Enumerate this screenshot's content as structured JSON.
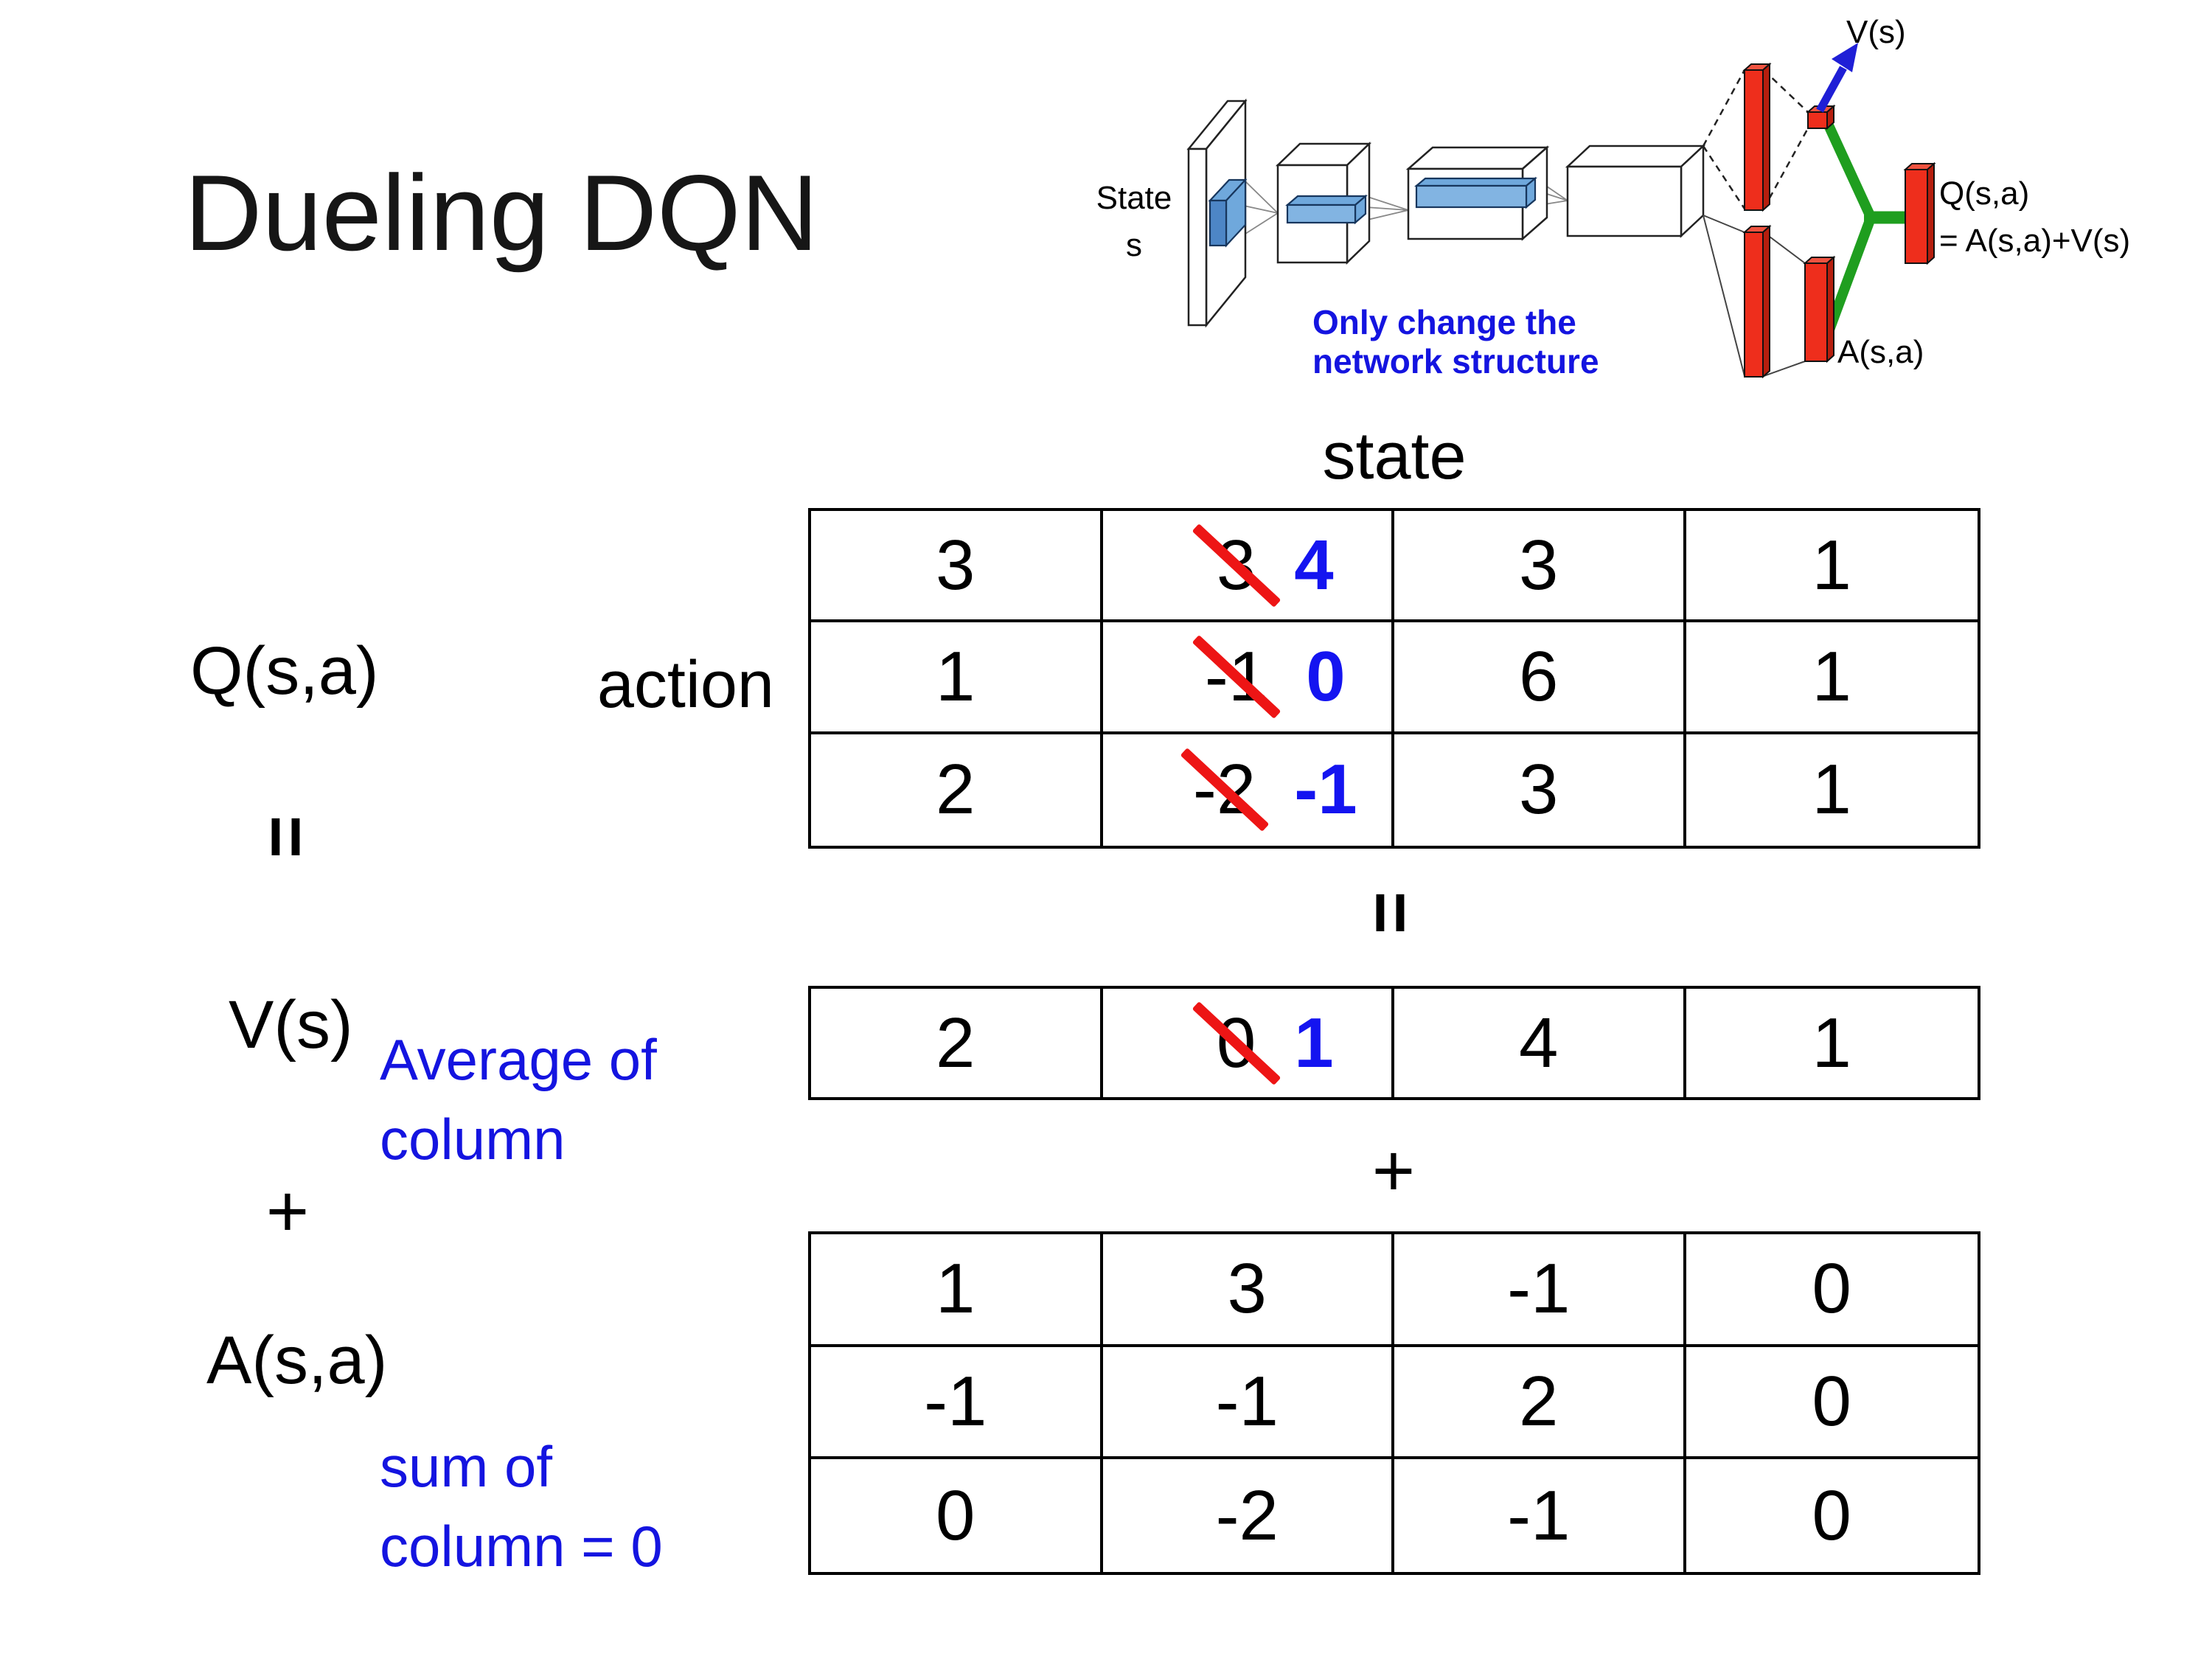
{
  "slide": {
    "title": "Dueling DQN"
  },
  "colors": {
    "bar_red": "#ee2e1c",
    "bar_red_side": "#b51e0e",
    "green_link": "#1f9e1f",
    "arrow_blue": "#1f1fd6",
    "slab_blue": "#6fa8dc",
    "note_blue": "#1414e0",
    "new_value_blue": "#1414f0",
    "strike_red": "#ed1515"
  },
  "diagram": {
    "state_label": "State",
    "state_sub": "s",
    "note_line1": "Only change the",
    "note_line2": "network structure",
    "v_out_label": "V(s)",
    "a_out_label": "A(s,a)",
    "q_out_label": "Q(s,a)",
    "q_out_formula": "= A(s,a)+V(s)"
  },
  "equation": {
    "q_label": "Q(s,a)",
    "equals_left": "=",
    "v_label": "V(s)",
    "plus_left": "+",
    "a_label": "A(s,a)",
    "state_header": "state",
    "action_header": "action",
    "equals_mid": "=",
    "plus_mid": "+",
    "v_note_line1": "Average of",
    "v_note_line2": "column",
    "a_note_line1": "sum of",
    "a_note_line2": "column = 0"
  },
  "tables": {
    "q": {
      "rows": [
        [
          {
            "v": "3"
          },
          {
            "v": "3",
            "crossed": true,
            "new": "4"
          },
          {
            "v": "3"
          },
          {
            "v": "1"
          }
        ],
        [
          {
            "v": "1"
          },
          {
            "v": "-1",
            "crossed": true,
            "new": "0"
          },
          {
            "v": "6"
          },
          {
            "v": "1"
          }
        ],
        [
          {
            "v": "2"
          },
          {
            "v": "-2",
            "crossed": true,
            "new": "-1"
          },
          {
            "v": "3"
          },
          {
            "v": "1"
          }
        ]
      ]
    },
    "v": {
      "rows": [
        [
          {
            "v": "2"
          },
          {
            "v": "0",
            "crossed": true,
            "new": "1"
          },
          {
            "v": "4"
          },
          {
            "v": "1"
          }
        ]
      ]
    },
    "a": {
      "rows": [
        [
          {
            "v": "1"
          },
          {
            "v": "3"
          },
          {
            "v": "-1"
          },
          {
            "v": "0"
          }
        ],
        [
          {
            "v": "-1"
          },
          {
            "v": "-1"
          },
          {
            "v": "2"
          },
          {
            "v": "0"
          }
        ],
        [
          {
            "v": "0"
          },
          {
            "v": "-2"
          },
          {
            "v": "-1"
          },
          {
            "v": "0"
          }
        ]
      ]
    }
  }
}
